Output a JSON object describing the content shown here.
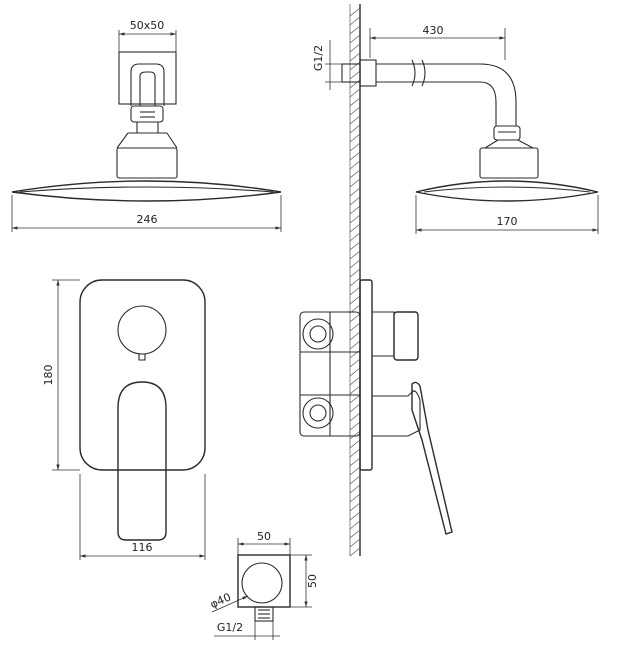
{
  "dimensions": {
    "head_arm_square": "50x50",
    "head_246_width": "246",
    "shower_arm_length": "430",
    "thread_top": "G1/2",
    "head_170_width": "170",
    "valve_plate_height": "180",
    "valve_plate_width": "116",
    "outlet_width": "50",
    "outlet_height": "50",
    "outlet_diameter": "φ40",
    "thread_outlet": "G1/2"
  },
  "colors": {
    "line": "#2b2b2b",
    "background": "#ffffff"
  }
}
